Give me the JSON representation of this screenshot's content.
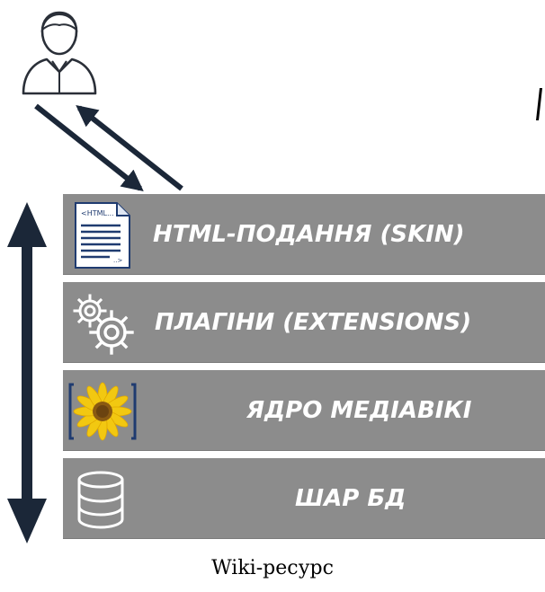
{
  "diagram": {
    "layers": [
      {
        "label": "HTML-ПОДАННЯ (SKIN)",
        "icon": "html-document-icon"
      },
      {
        "label": "ПЛАГІНИ (EXTENSIONS)",
        "icon": "gears-icon"
      },
      {
        "label": "ЯДРО МЕДІАВІКІ",
        "icon": "mediawiki-sunflower-logo"
      },
      {
        "label": "ШАР БД",
        "icon": "database-icon"
      }
    ],
    "html_icon_text": "<HTML...",
    "caption": "Wiki-ресурс"
  },
  "colors": {
    "layer_fill": "#8c8c8c",
    "layer_text": "#ffffff",
    "arrow": "#1b2738",
    "user_stroke": "#2a2f38"
  }
}
